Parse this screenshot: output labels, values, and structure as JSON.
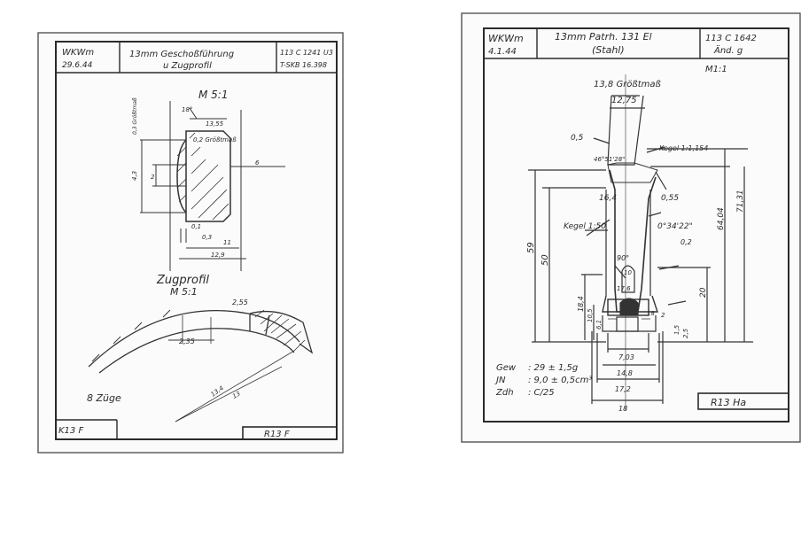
{
  "left_sheet": {
    "header": {
      "firm": "WKWm",
      "date": "29.6.44",
      "title_line1": "13mm Geschoßführung",
      "title_line2": "u Zugprofil",
      "drawing_no1": "113 C 1241 U3",
      "drawing_no2": "T-SKB 16.398"
    },
    "top_view": {
      "scale": "M 5:1",
      "dims": {
        "angle": "18°",
        "d1": "13,55",
        "grossmass_label": "0,2 Größtmaß",
        "grossmass_side": "0,3 Größtmaß",
        "h1": "4,3",
        "h2": "2",
        "d6": "6",
        "d01": "0,1",
        "d03": "0,3",
        "d11": "11",
        "d12": "12,9"
      }
    },
    "profile": {
      "title": "Zugprofil",
      "scale": "M 5:1",
      "dims": {
        "a": "2,55",
        "b": "2,35",
        "r1": "13,4",
        "r2": "13"
      },
      "grooves": "8 Züge"
    },
    "footer": {
      "left": "K13 F",
      "right": "R13 F"
    }
  },
  "right_sheet": {
    "header": {
      "firm": "WKWm",
      "date": "4.1.44",
      "title_line1": "13mm Patrh. 131 El",
      "title_line2": "(Stahl)",
      "drawing_no": "113 C 1642",
      "revision": "Änd. g",
      "scale": "M1:1"
    },
    "dims": {
      "grossmass": "13,8 Größtmaß",
      "top_dia": "12,75",
      "d05": "0,5",
      "angle1": "46°51'28\"",
      "kegel1": "Kegel 1:1,154",
      "d16": "16,4",
      "d055": "0,55",
      "kegel2": "Kegel 1:50",
      "angle2": "0°34'22\"",
      "d59": "59",
      "d50": "50",
      "d64": "64,04",
      "d71": "71,31",
      "d02": "0,2",
      "a90": "90°",
      "d10": "10",
      "d184": "18,4",
      "d20": "20",
      "d17": "17,6",
      "d105": "10,5",
      "d61": "6,1",
      "d18": "18",
      "d2": "2",
      "d15": "1,5",
      "d25": "2,5",
      "d703": "7,03",
      "d148": "14,8",
      "d172": "17,2",
      "d181": "18"
    },
    "specs": [
      {
        "label": "Gew",
        "value": ": 29 ± 1,5g"
      },
      {
        "label": "JN",
        "value": ": 9,0 ± 0,5cm³"
      },
      {
        "label": "Zdh",
        "value": ": C/25"
      }
    ],
    "footer": "R13 Ha"
  }
}
